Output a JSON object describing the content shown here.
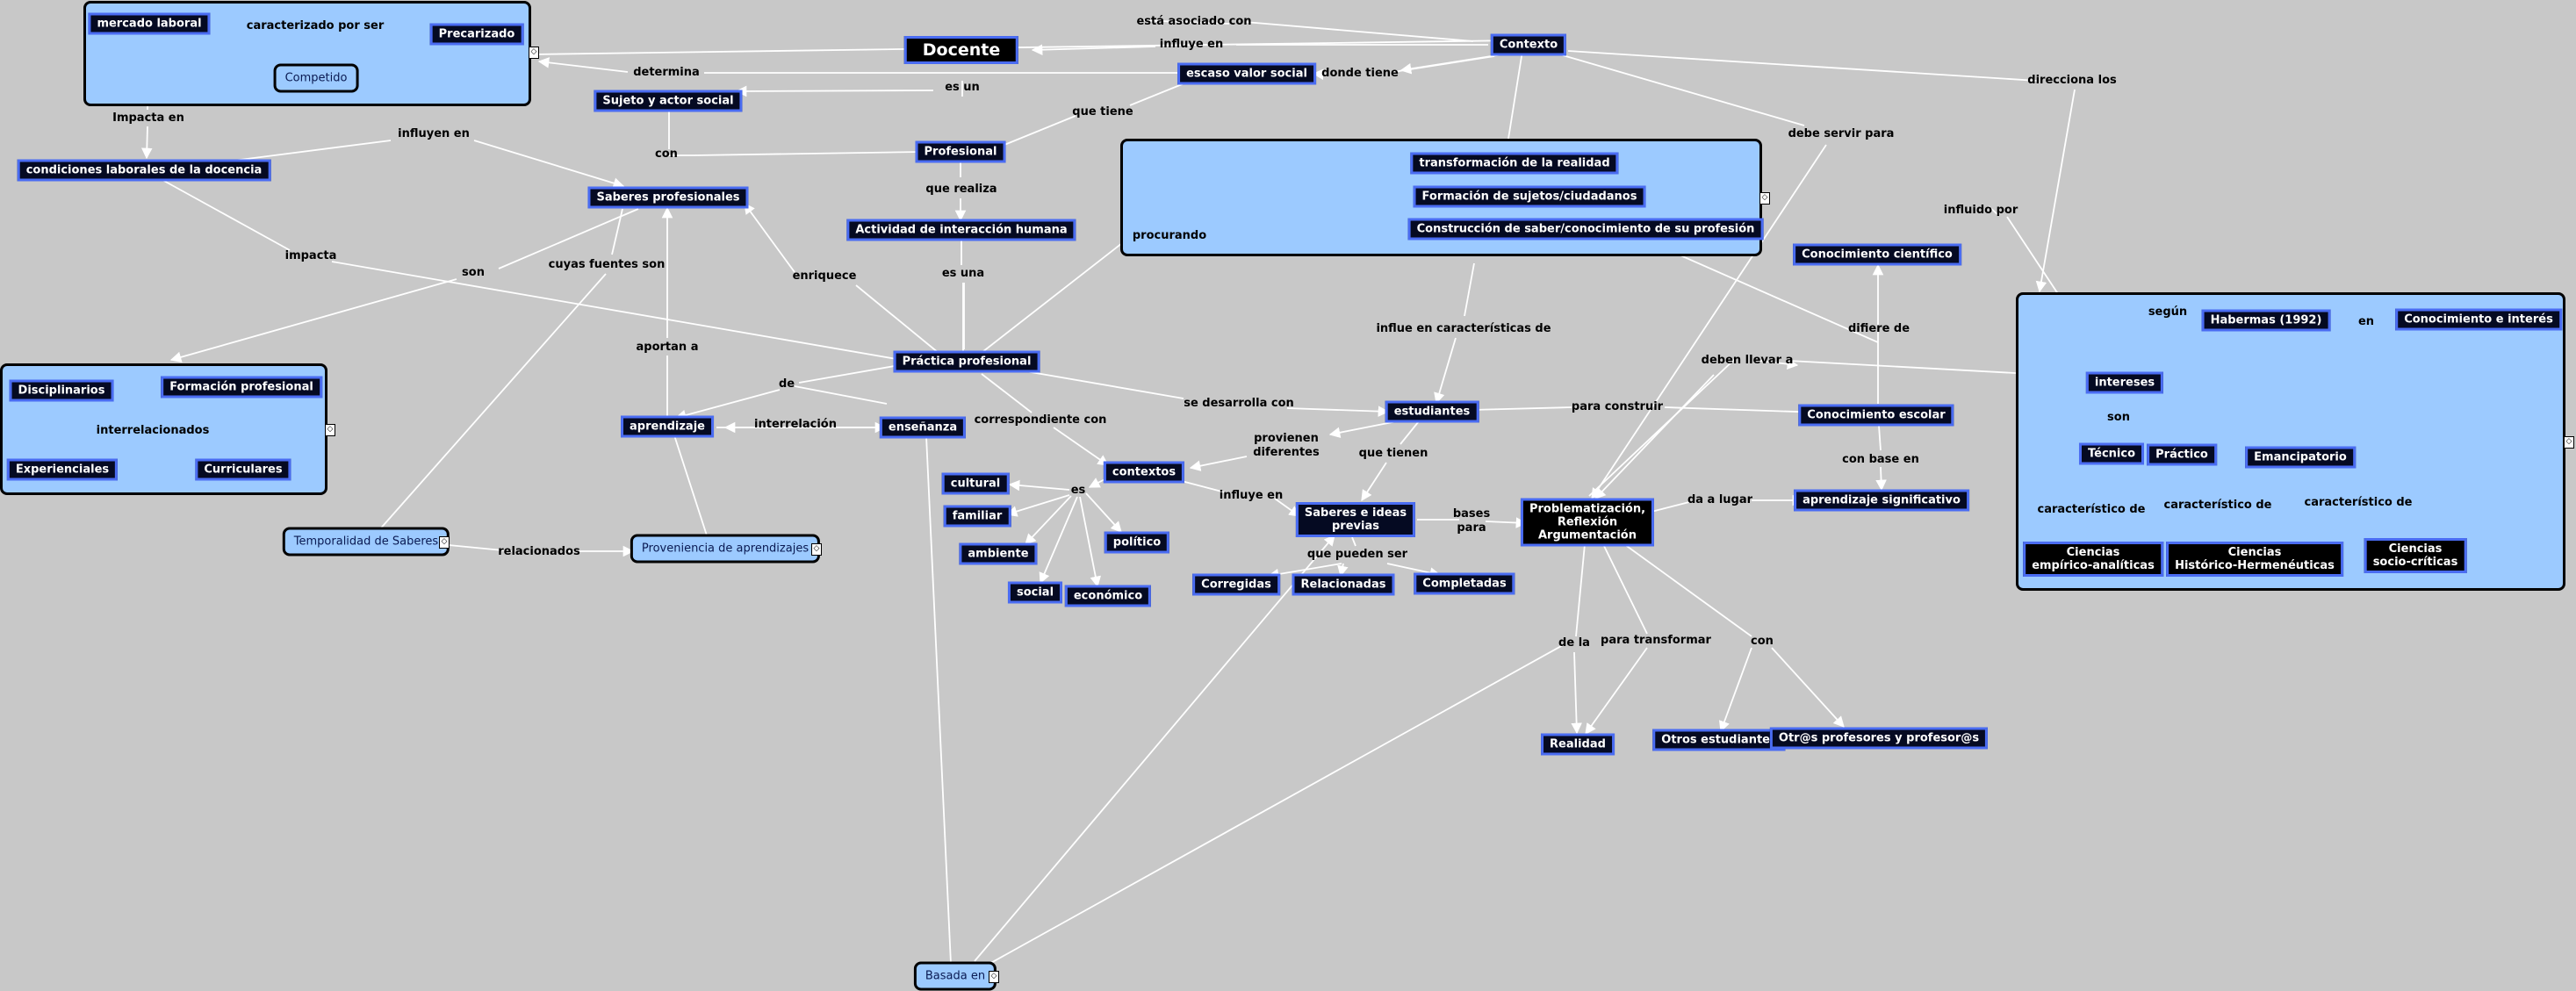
{
  "map": {
    "title_concept": "Docente",
    "groups": [
      {
        "id": "g1",
        "concepts": [
          "c_mercado",
          "c_precarizado",
          "l_competido"
        ]
      },
      {
        "id": "g2",
        "concepts": [
          "c_transf",
          "c_formacion_suj",
          "c_construccion"
        ]
      },
      {
        "id": "g3",
        "concepts": [
          "c_disciplinarios",
          "c_form_prof",
          "c_experienciales",
          "c_curriculares"
        ]
      },
      {
        "id": "g4",
        "concepts": [
          "c_intereses",
          "c_habermas",
          "c_conocimiento_interes",
          "c_tecnico",
          "c_practico",
          "c_emancipatorio",
          "c_cea",
          "c_chh",
          "c_csc"
        ]
      }
    ],
    "concepts": [
      {
        "id": "c_docente",
        "label": "Docente",
        "style": "black big"
      },
      {
        "id": "c_mercado",
        "label": "mercado laboral"
      },
      {
        "id": "c_precarizado",
        "label": "Precarizado"
      },
      {
        "id": "l_competido",
        "label": "Competido",
        "style": "linked"
      },
      {
        "id": "c_contexto",
        "label": "Contexto"
      },
      {
        "id": "c_escaso",
        "label": "escaso valor social"
      },
      {
        "id": "c_sujeto",
        "label": "Sujeto y actor social"
      },
      {
        "id": "c_condiciones",
        "label": "condiciones laborales de la docencia"
      },
      {
        "id": "c_saberes_prof",
        "label": "Saberes profesionales"
      },
      {
        "id": "c_profesional",
        "label": "Profesional"
      },
      {
        "id": "c_actividad",
        "label": "Actividad de interacción humana"
      },
      {
        "id": "c_practica",
        "label": "Práctica profesional"
      },
      {
        "id": "c_transf",
        "label": "transformación de la realidad"
      },
      {
        "id": "c_formacion_suj",
        "label": "Formación de sujetos/ciudadanos"
      },
      {
        "id": "c_construccion",
        "label": "Construcción de saber/conocimiento de su profesión"
      },
      {
        "id": "c_conoc_cient",
        "label": "Conocimiento científico"
      },
      {
        "id": "c_disciplinarios",
        "label": "Disciplinarios"
      },
      {
        "id": "c_form_prof",
        "label": "Formación profesional"
      },
      {
        "id": "c_experienciales",
        "label": "Experienciales"
      },
      {
        "id": "c_curriculares",
        "label": "Curriculares"
      },
      {
        "id": "c_aprendizaje",
        "label": "aprendizaje"
      },
      {
        "id": "c_ensenanza",
        "label": "enseñanza"
      },
      {
        "id": "c_estudiantes",
        "label": "estudiantes"
      },
      {
        "id": "c_conoc_escolar",
        "label": "Conocimiento escolar"
      },
      {
        "id": "c_aprend_sig",
        "label": "aprendizaje significativo"
      },
      {
        "id": "c_contextos",
        "label": "contextos"
      },
      {
        "id": "c_cultural",
        "label": "cultural"
      },
      {
        "id": "c_familiar",
        "label": "familiar"
      },
      {
        "id": "c_ambiente",
        "label": "ambiente"
      },
      {
        "id": "c_social",
        "label": "social"
      },
      {
        "id": "c_economico",
        "label": "económico"
      },
      {
        "id": "c_politico",
        "label": "político"
      },
      {
        "id": "c_saberes_previas",
        "label": "Saberes e ideas\nprevias",
        "style": "multi"
      },
      {
        "id": "c_problematizacion",
        "label": "Problematización,\nReflexión\nArgumentación",
        "style": "black multi"
      },
      {
        "id": "c_corregidas",
        "label": "Corregidas"
      },
      {
        "id": "c_relacionadas",
        "label": "Relacionadas"
      },
      {
        "id": "c_completadas",
        "label": "Completadas"
      },
      {
        "id": "c_realidad",
        "label": "Realidad"
      },
      {
        "id": "c_otros_est",
        "label": "Otros estudiantes"
      },
      {
        "id": "c_otros_prof",
        "label": "Otr@s profesores y profesor@s"
      },
      {
        "id": "c_intereses",
        "label": "intereses"
      },
      {
        "id": "c_habermas",
        "label": "Habermas (1992)"
      },
      {
        "id": "c_conocimiento_interes",
        "label": "Conocimiento e interés"
      },
      {
        "id": "c_tecnico",
        "label": "Técnico"
      },
      {
        "id": "c_practico",
        "label": "Práctico"
      },
      {
        "id": "c_emancipatorio",
        "label": "Emancipatorio"
      },
      {
        "id": "c_cea",
        "label": "Ciencias\nempírico-analíticas",
        "style": "black multi"
      },
      {
        "id": "c_chh",
        "label": "Ciencias\nHistórico-Hermenéuticas",
        "style": "black multi"
      },
      {
        "id": "c_csc",
        "label": "Ciencias\nsocio-críticas",
        "style": "black multi"
      },
      {
        "id": "l_temporalidad",
        "label": "Temporalidad de Saberes",
        "style": "linked"
      },
      {
        "id": "l_proveniencia",
        "label": "Proveniencia de aprendizajes",
        "style": "linked"
      },
      {
        "id": "l_basada",
        "label": "Basada en",
        "style": "linked"
      }
    ],
    "link_phrases": [
      {
        "id": "p_caracterizado",
        "label": "caracterizado por ser"
      },
      {
        "id": "p_impacta_en",
        "label": "Impacta en"
      },
      {
        "id": "p_esta_asociado",
        "label": "está asociado con"
      },
      {
        "id": "p_influye_en_top",
        "label": "influye en"
      },
      {
        "id": "p_determina",
        "label": "determina"
      },
      {
        "id": "p_donde_tiene",
        "label": "donde tiene"
      },
      {
        "id": "p_es_un",
        "label": "es un"
      },
      {
        "id": "p_que_tiene",
        "label": "que tiene"
      },
      {
        "id": "p_direcciona",
        "label": "direcciona los"
      },
      {
        "id": "p_debe_servir",
        "label": "debe servir para"
      },
      {
        "id": "p_influyen_en",
        "label": "influyen en"
      },
      {
        "id": "p_con",
        "label": "con"
      },
      {
        "id": "p_que_realiza",
        "label": "que realiza"
      },
      {
        "id": "p_procurando",
        "label": "procurando"
      },
      {
        "id": "p_influido_por",
        "label": "influido por"
      },
      {
        "id": "p_impacta",
        "label": "impacta"
      },
      {
        "id": "p_son_left",
        "label": "son"
      },
      {
        "id": "p_cuyas_fuentes",
        "label": "cuyas fuentes son"
      },
      {
        "id": "p_enriquece",
        "label": "enriquece"
      },
      {
        "id": "p_es_una",
        "label": "es una"
      },
      {
        "id": "p_influe_caract",
        "label": "influe en características de"
      },
      {
        "id": "p_difiere_de",
        "label": "difiere de"
      },
      {
        "id": "p_segun",
        "label": "según"
      },
      {
        "id": "p_en",
        "label": "en"
      },
      {
        "id": "p_aportan_a",
        "label": "aportan a"
      },
      {
        "id": "p_de",
        "label": "de"
      },
      {
        "id": "p_interrelacionados",
        "label": "interrelacionados"
      },
      {
        "id": "p_deben_llevar",
        "label": "deben llevar a"
      },
      {
        "id": "p_se_desarrolla",
        "label": "se desarrolla con"
      },
      {
        "id": "p_para_construir",
        "label": "para construir"
      },
      {
        "id": "p_son_right",
        "label": "son"
      },
      {
        "id": "p_interrelacion",
        "label": "interrelación"
      },
      {
        "id": "p_correspondiente",
        "label": "correspondiente con"
      },
      {
        "id": "p_provienen",
        "label": "provienen\ndiferentes"
      },
      {
        "id": "p_que_tienen",
        "label": "que tienen"
      },
      {
        "id": "p_con_base",
        "label": "con base en"
      },
      {
        "id": "p_es",
        "label": "es"
      },
      {
        "id": "p_influye_en_mid",
        "label": "influye en"
      },
      {
        "id": "p_bases_para",
        "label": "bases\npara"
      },
      {
        "id": "p_da_a_lugar",
        "label": "da a lugar"
      },
      {
        "id": "p_caract_1",
        "label": "característico de"
      },
      {
        "id": "p_caract_2",
        "label": "característico de"
      },
      {
        "id": "p_caract_3",
        "label": "característico de"
      },
      {
        "id": "p_relacionados",
        "label": "relacionados"
      },
      {
        "id": "p_que_pueden_ser",
        "label": "que pueden ser"
      },
      {
        "id": "p_de_la",
        "label": "de la"
      },
      {
        "id": "p_para_transformar",
        "label": "para transformar"
      },
      {
        "id": "p_con_bottom",
        "label": "con"
      }
    ]
  }
}
